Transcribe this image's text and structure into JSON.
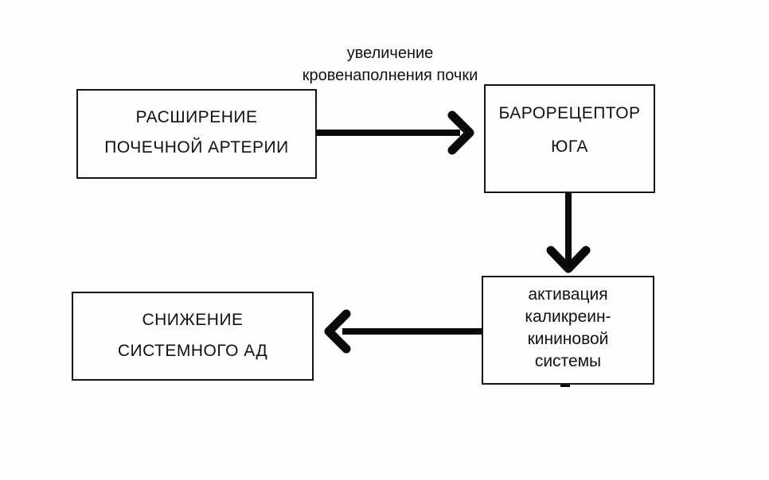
{
  "diagram": {
    "title": "renal-artery-blood-pressure-flowchart",
    "boxes": {
      "renal_artery": {
        "line1": "РАСШИРЕНИЕ",
        "line2": "ПОЧЕЧНОЙ АРТЕРИИ"
      },
      "baroreceptor": {
        "line1": "БАРОРЕЦЕПТОР",
        "line2": "ЮГА"
      },
      "kallikrein": {
        "line1": "активация",
        "line2": "каликреин-",
        "line3": "кининовой",
        "line4": "системы"
      },
      "systemic_bp": {
        "line1": "СНИЖЕНИЕ",
        "line2": "СИСТЕМНОГО АД"
      }
    },
    "arrow_label": {
      "line1": "увеличение",
      "line2": "кровенаполнения",
      "line3": "почки"
    },
    "icons": {
      "arrow_right": "→",
      "arrow_down": "↓",
      "arrow_left": "←",
      "connector_dot": "▪"
    },
    "colors": {
      "line": "#0a0a0a",
      "border": "#141414",
      "background": "#fefefe",
      "text": "#111111"
    }
  }
}
